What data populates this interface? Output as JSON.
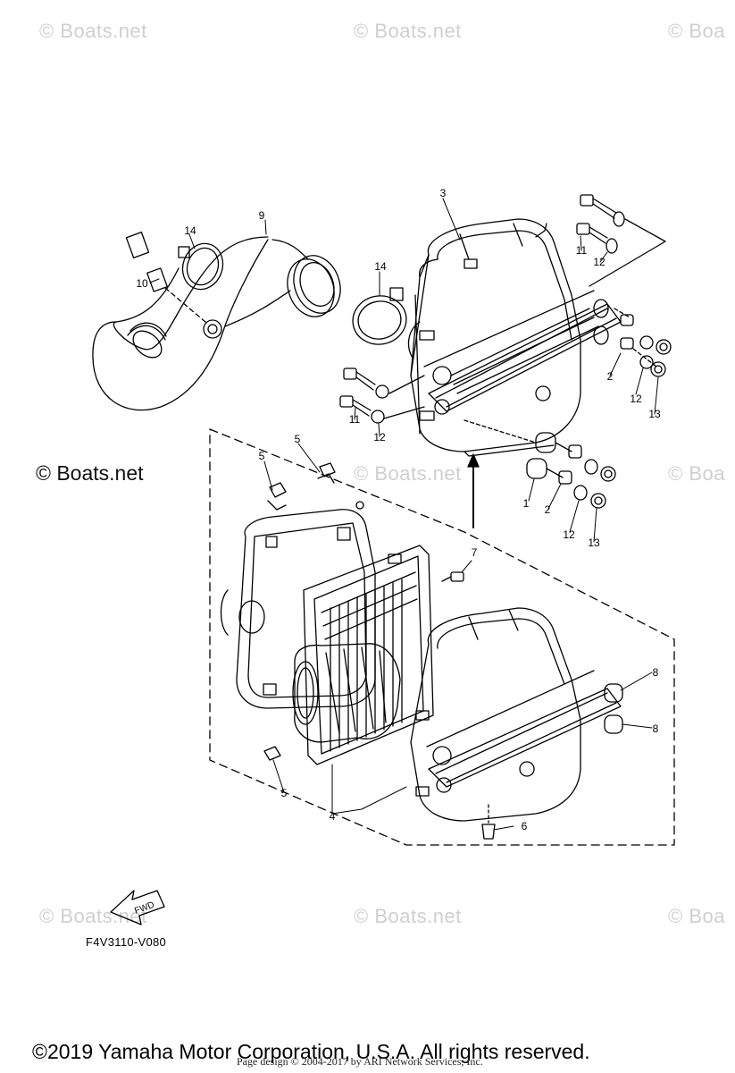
{
  "watermarks": {
    "light": "© Boats.net",
    "light_partial": "© Boa",
    "dark": "© Boats.net"
  },
  "callouts": [
    {
      "id": "c3",
      "label": "3"
    },
    {
      "id": "c9",
      "label": "9"
    },
    {
      "id": "c14a",
      "label": "14"
    },
    {
      "id": "c14b",
      "label": "14"
    },
    {
      "id": "c10",
      "label": "10"
    },
    {
      "id": "c11a",
      "label": "11"
    },
    {
      "id": "c12a",
      "label": "12"
    },
    {
      "id": "c2a",
      "label": "2"
    },
    {
      "id": "c12b",
      "label": "12"
    },
    {
      "id": "c13a",
      "label": "13"
    },
    {
      "id": "c11b",
      "label": "11"
    },
    {
      "id": "c12c",
      "label": "12"
    },
    {
      "id": "c5a",
      "label": "5"
    },
    {
      "id": "c5b",
      "label": "5"
    },
    {
      "id": "c1",
      "label": "1"
    },
    {
      "id": "c2b",
      "label": "2"
    },
    {
      "id": "c12d",
      "label": "12"
    },
    {
      "id": "c13b",
      "label": "13"
    },
    {
      "id": "c7",
      "label": "7"
    },
    {
      "id": "c8a",
      "label": "8"
    },
    {
      "id": "c8b",
      "label": "8"
    },
    {
      "id": "c5c",
      "label": "5"
    },
    {
      "id": "c4",
      "label": "4"
    },
    {
      "id": "c6",
      "label": "6"
    }
  ],
  "fwd_label": "FWD",
  "diagram_code": "F4V3110-V080",
  "copyright": "©2019 Yamaha Motor Corporation, U.S.A. All rights reserved.",
  "page_credit": "Page design © 2004-2017 by ARI Network Services, Inc."
}
